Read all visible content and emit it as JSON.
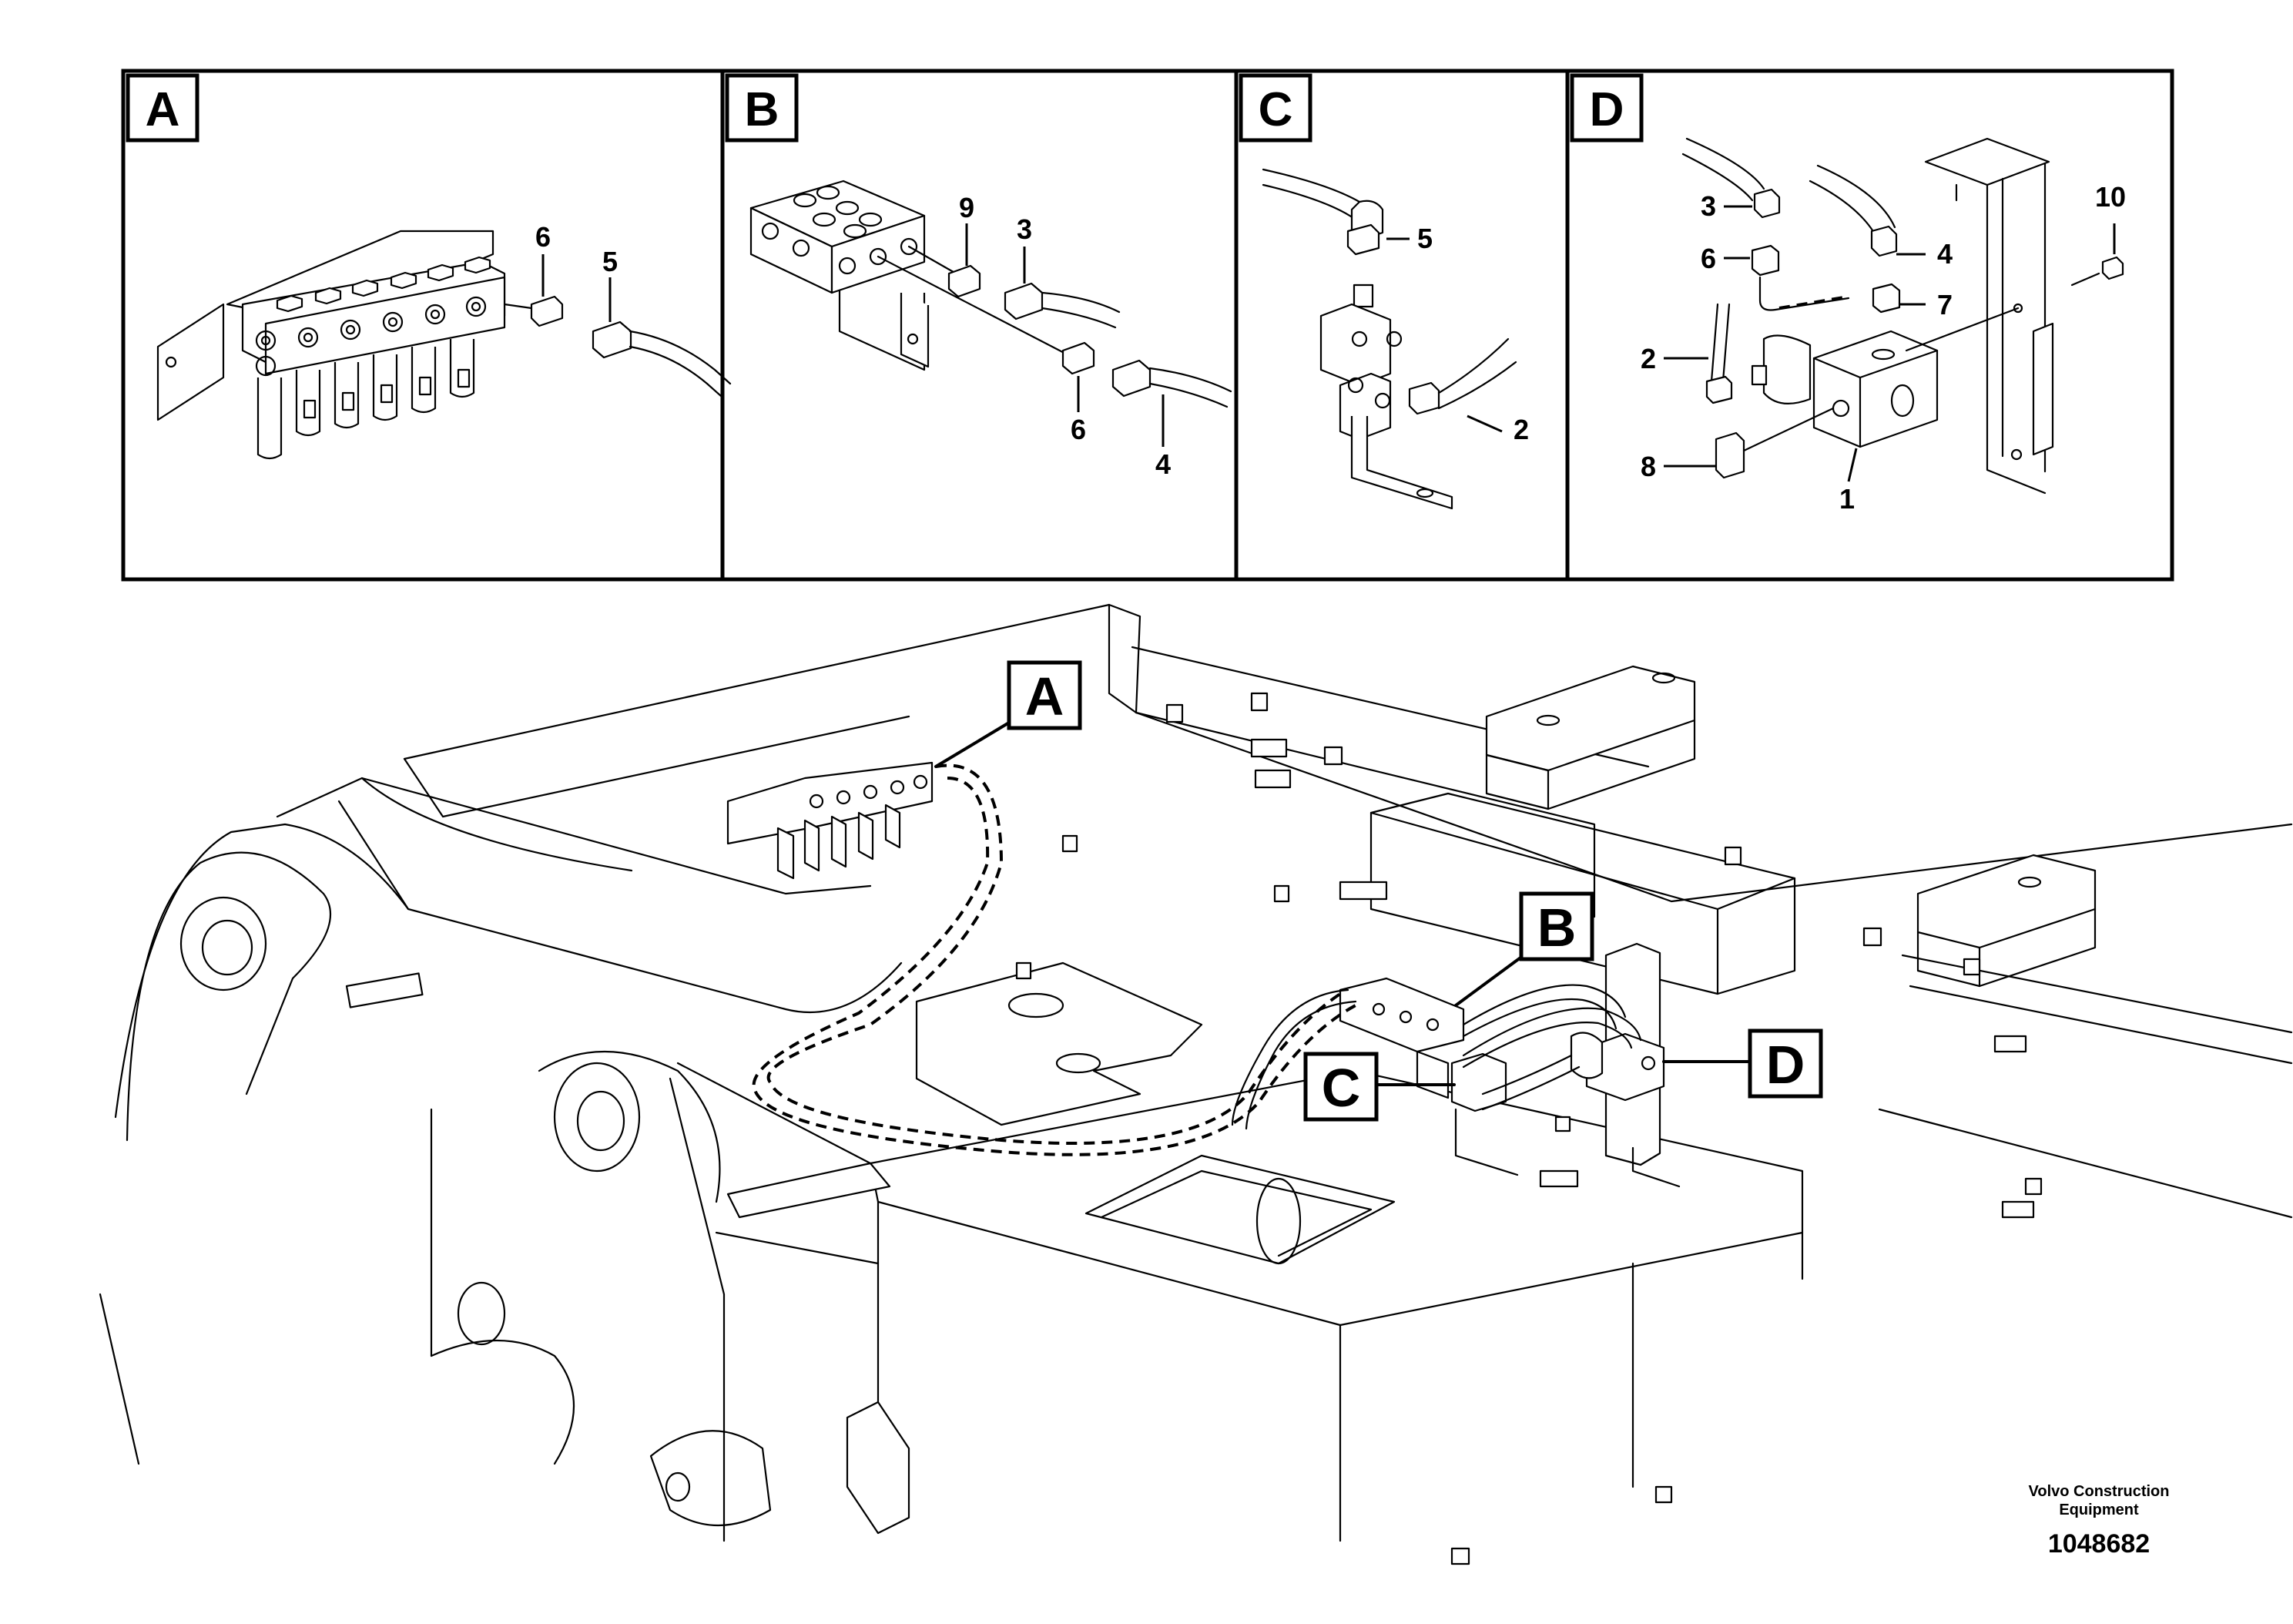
{
  "detail_panels": {
    "A": {
      "letter": "A",
      "labels": [
        "6",
        "5"
      ]
    },
    "B": {
      "letter": "B",
      "labels": [
        "9",
        "3",
        "6",
        "4"
      ]
    },
    "C": {
      "letter": "C",
      "labels": [
        "5",
        "2"
      ]
    },
    "D": {
      "letter": "D",
      "labels": [
        "3",
        "6",
        "2",
        "8",
        "1",
        "4",
        "7",
        "10"
      ]
    }
  },
  "callouts": {
    "A": "A",
    "B": "B",
    "C": "C",
    "D": "D"
  },
  "footer": {
    "company_line1": "Volvo Construction",
    "company_line2": "Equipment",
    "drawing_number": "1048682"
  }
}
